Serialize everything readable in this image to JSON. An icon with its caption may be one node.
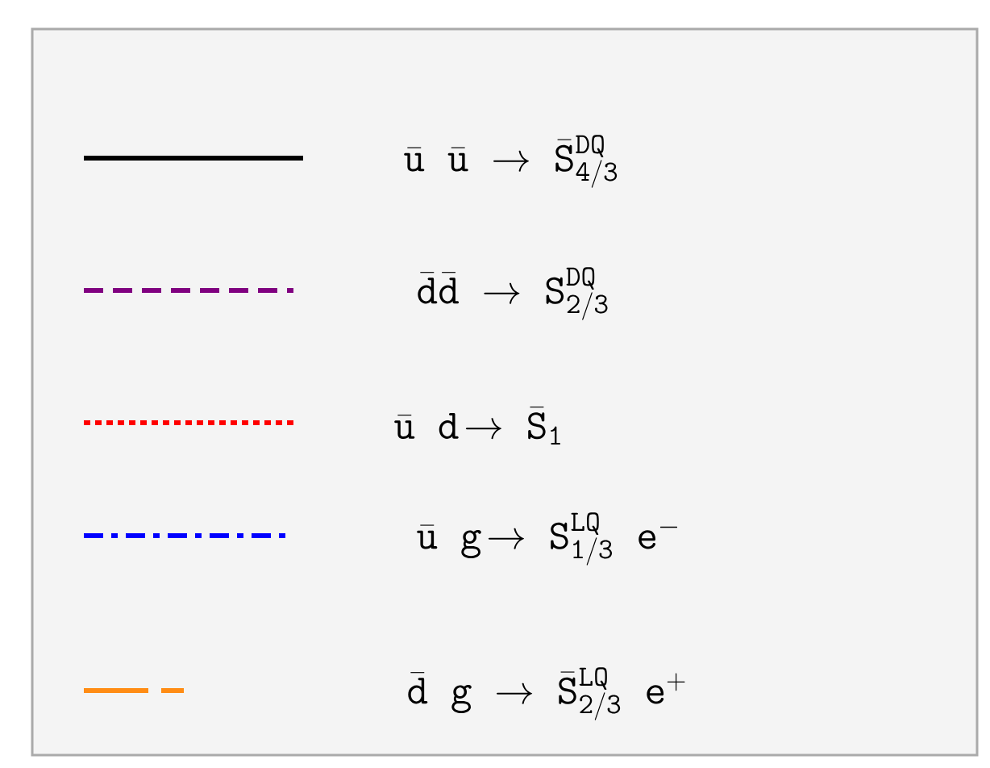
{
  "diagram": {
    "legend": [
      {
        "text": "\\bar{\\mathtt{u}}\\;\\;\\bar{\\mathtt{u}}\\;\\rightarrow\\;\\bar{\\mathtt{S}}^{\\mathtt{DQ}}_{\\mathtt{4/3}}"
      },
      {
        "text": "\\bar{\\mathtt{d}}\\bar{\\mathtt{d}}\\;\\rightarrow\\;\\mathtt{S}^{\\mathtt{DQ}}_{\\mathtt{2/3}}"
      },
      {
        "text": "\\bar{\\mathtt{u}}\\;\\;\\mathtt{d}\\!\\rightarrow\\;\\bar{\\mathtt{S}}_{\\mathtt{1}}"
      },
      {
        "text": "\\bar{\\mathtt{u}}\\;\\;\\mathtt{g}\\!\\rightarrow\\;\\mathtt{S}^{\\mathtt{LQ}}_{\\mathtt{1/3}}\\;\\;\\mathtt{e}^{-}"
      },
      {
        "text": "\\bar{\\mathtt{d}}\\;\\;\\mathtt{g}\\;\\rightarrow\\;\\bar{\\mathtt{S}}^{\\mathtt{LQ}}_{\\mathtt{2/3}}\\;\\;\\mathtt{e}^{+}"
      }
    ]
  }
}
